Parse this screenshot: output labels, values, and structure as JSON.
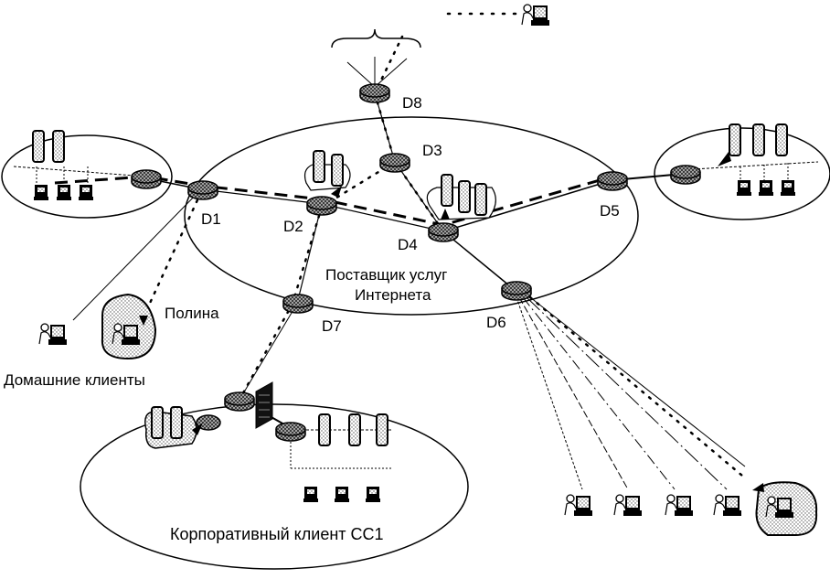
{
  "diagram": {
    "provider_label_line1": "Поставщик услуг",
    "provider_label_line2": "Интернета",
    "home_clients_label": "Домашние клиенты",
    "polina_label": "Полина",
    "corporate_label": "Корпоративный клиент СС1",
    "routers": [
      {
        "id": "D1",
        "label": "D1"
      },
      {
        "id": "D2",
        "label": "D2"
      },
      {
        "id": "D3",
        "label": "D3"
      },
      {
        "id": "D4",
        "label": "D4"
      },
      {
        "id": "D5",
        "label": "D5"
      },
      {
        "id": "D6",
        "label": "D6"
      },
      {
        "id": "D7",
        "label": "D7"
      },
      {
        "id": "D8",
        "label": "D8"
      }
    ],
    "icons": {
      "router": "router-icon",
      "server": "server-icon",
      "workstation": "workstation-icon",
      "user": "user-at-computer-icon",
      "firewall": "firewall-icon",
      "cloud": "cloud-icon"
    }
  }
}
